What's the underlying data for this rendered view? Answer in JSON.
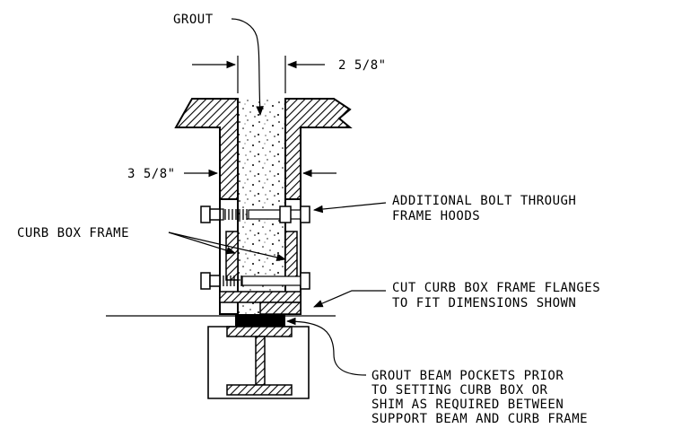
{
  "labels": {
    "grout": "GROUT",
    "dim_top": "2 5/8\"",
    "dim_side": "3 5/8\"",
    "additional_bolt_line1": "ADDITIONAL BOLT THROUGH",
    "additional_bolt_line2": "FRAME HOODS",
    "curb_box_frame": "CURB BOX FRAME",
    "cut_flanges_line1": "CUT CURB BOX FRAME FLANGES",
    "cut_flanges_line2": "TO FIT DIMENSIONS SHOWN",
    "grout_pockets_line1": "GROUT BEAM POCKETS PRIOR",
    "grout_pockets_line2": "TO SETTING CURB BOX OR",
    "grout_pockets_line3": "SHIM AS REQUIRED BETWEEN",
    "grout_pockets_line4": "SUPPORT BEAM AND CURB FRAME"
  }
}
